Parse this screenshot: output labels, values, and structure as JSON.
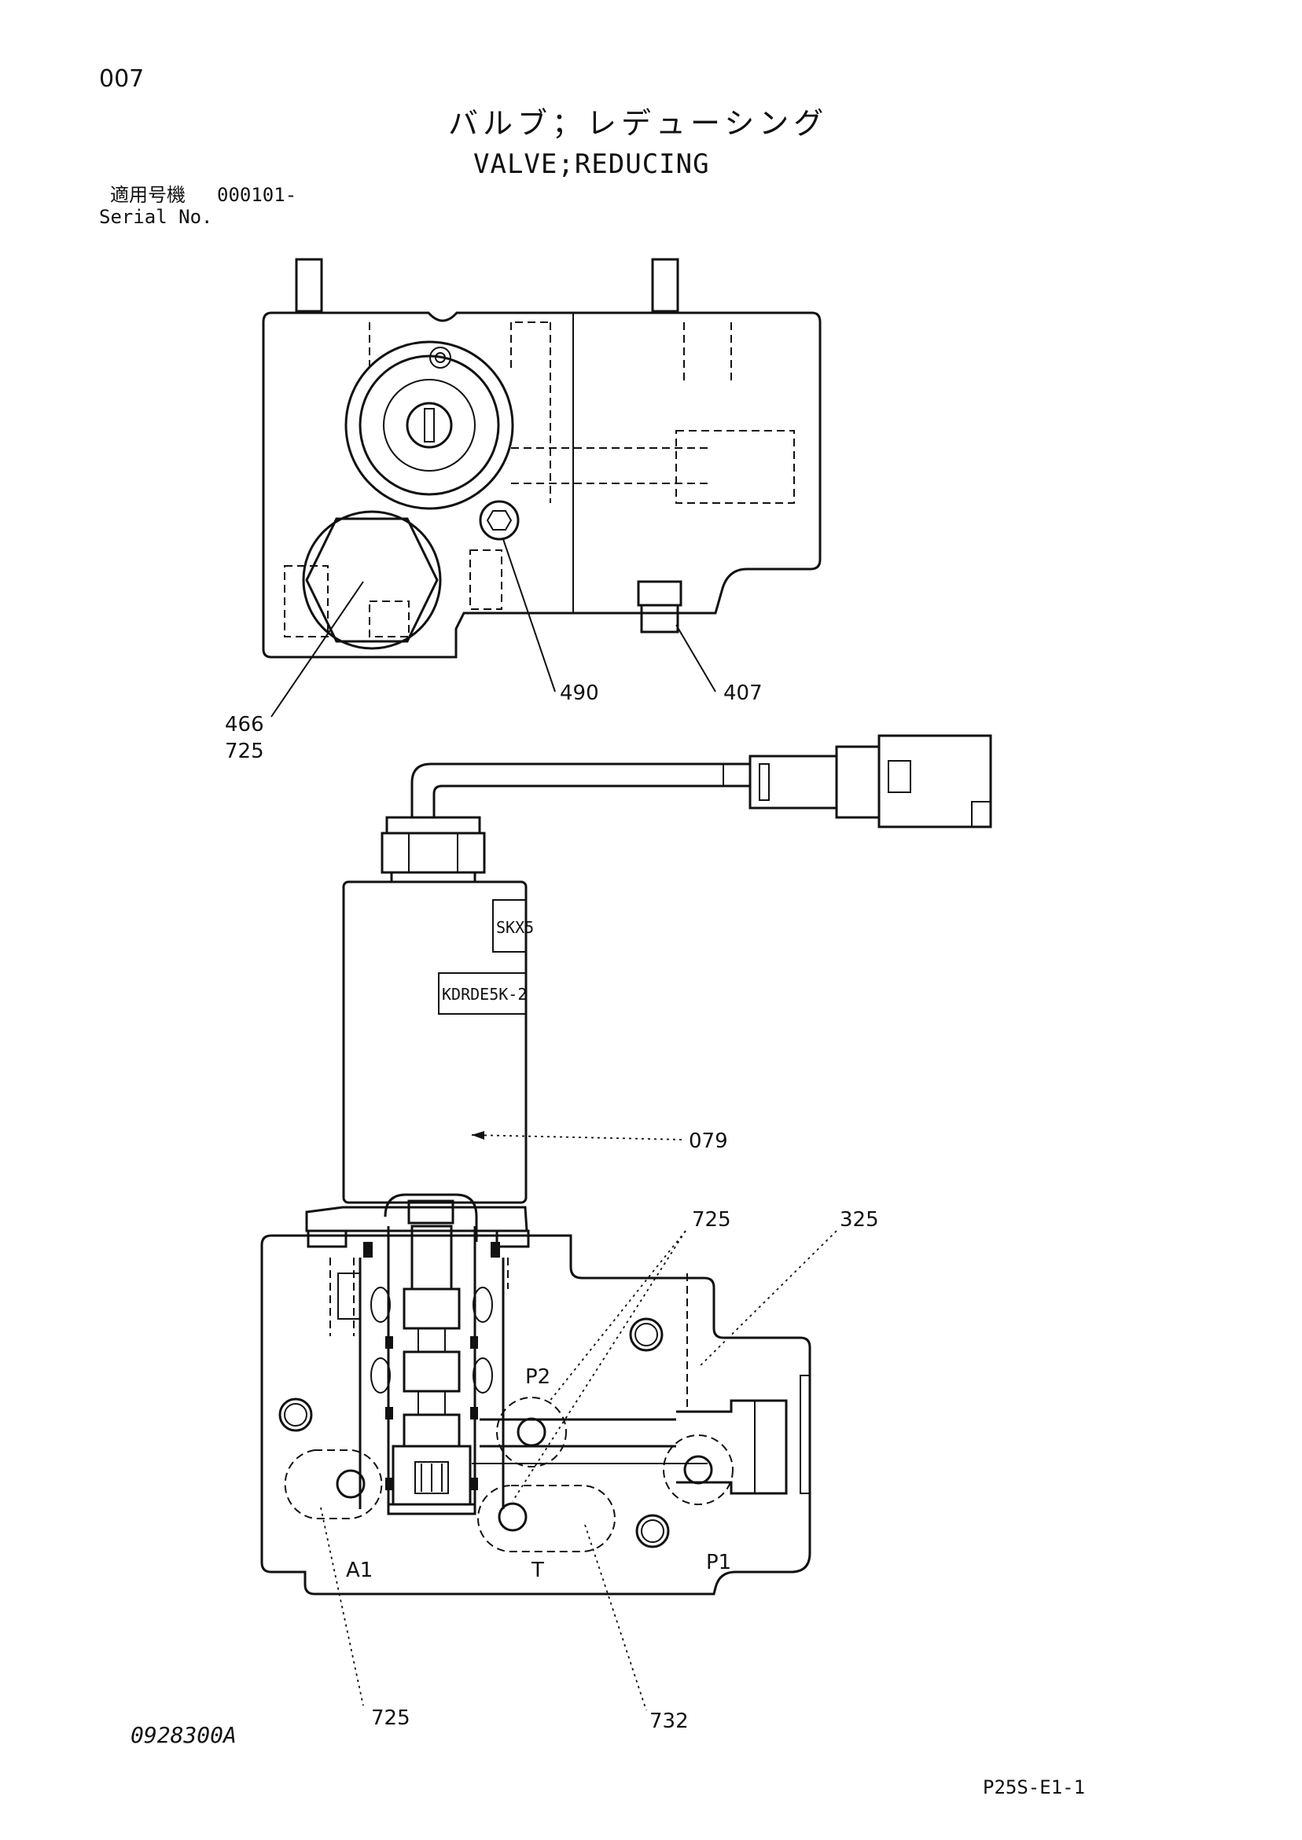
{
  "header": {
    "page_number": "007",
    "title_jp": "バルブ；レデューシング",
    "title_en": "VALVE;REDUCING",
    "serial_label_jp": "適用号機",
    "serial_value": "000101-",
    "serial_label_en": "Serial No."
  },
  "drawing": {
    "top_view_callouts": {
      "c466": "466",
      "c725_top": "725",
      "c490": "490",
      "c407": "407"
    },
    "body_stamps": {
      "stamp1": "SKX5",
      "stamp2": "KDRDE5K-2"
    },
    "front_view_callouts": {
      "c079": "079",
      "c725_mid": "725",
      "c325": "325",
      "c725_bottom": "725",
      "c732": "732"
    },
    "port_labels": {
      "p2": "P2",
      "a1": "A1",
      "t": "T",
      "p1": "P1"
    }
  },
  "footer": {
    "drawing_code": "0928300A",
    "page_code": "P25S-E1-1"
  }
}
